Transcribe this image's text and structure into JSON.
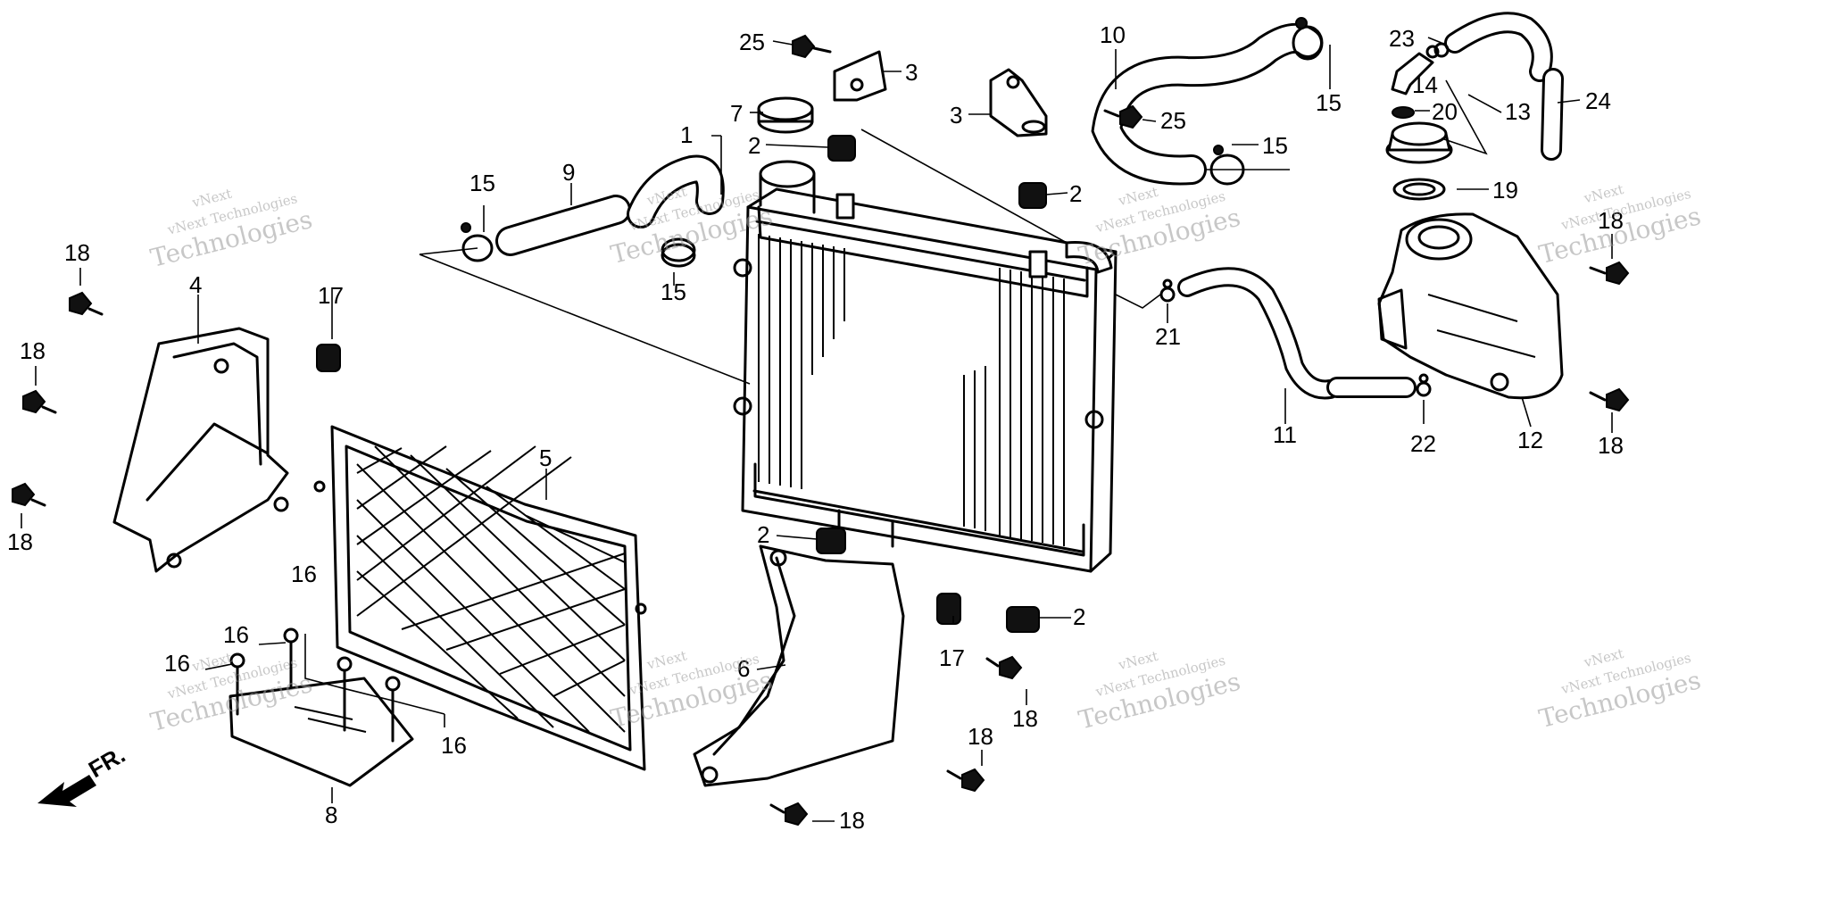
{
  "diagram": {
    "callouts": [
      {
        "id": "c1",
        "text": "1"
      },
      {
        "id": "c2a",
        "text": "2"
      },
      {
        "id": "c2b",
        "text": "2"
      },
      {
        "id": "c2c",
        "text": "2"
      },
      {
        "id": "c2d",
        "text": "2"
      },
      {
        "id": "c3a",
        "text": "3"
      },
      {
        "id": "c3b",
        "text": "3"
      },
      {
        "id": "c4",
        "text": "4"
      },
      {
        "id": "c5",
        "text": "5"
      },
      {
        "id": "c6",
        "text": "6"
      },
      {
        "id": "c7",
        "text": "7"
      },
      {
        "id": "c8",
        "text": "8"
      },
      {
        "id": "c9",
        "text": "9"
      },
      {
        "id": "c10",
        "text": "10"
      },
      {
        "id": "c11",
        "text": "11"
      },
      {
        "id": "c12",
        "text": "12"
      },
      {
        "id": "c13",
        "text": "13"
      },
      {
        "id": "c14",
        "text": "14"
      },
      {
        "id": "c15a",
        "text": "15"
      },
      {
        "id": "c15b",
        "text": "15"
      },
      {
        "id": "c15c",
        "text": "15"
      },
      {
        "id": "c15d",
        "text": "15"
      },
      {
        "id": "c16a",
        "text": "16"
      },
      {
        "id": "c16b",
        "text": "16"
      },
      {
        "id": "c16c",
        "text": "16"
      },
      {
        "id": "c16d",
        "text": "16"
      },
      {
        "id": "c17a",
        "text": "17"
      },
      {
        "id": "c17b",
        "text": "17"
      },
      {
        "id": "c18a",
        "text": "18"
      },
      {
        "id": "c18b",
        "text": "18"
      },
      {
        "id": "c18c",
        "text": "18"
      },
      {
        "id": "c18d",
        "text": "18"
      },
      {
        "id": "c18e",
        "text": "18"
      },
      {
        "id": "c18f",
        "text": "18"
      },
      {
        "id": "c18g",
        "text": "18"
      },
      {
        "id": "c18h",
        "text": "18"
      },
      {
        "id": "c19",
        "text": "19"
      },
      {
        "id": "c20",
        "text": "20"
      },
      {
        "id": "c21",
        "text": "21"
      },
      {
        "id": "c22",
        "text": "22"
      },
      {
        "id": "c23",
        "text": "23"
      },
      {
        "id": "c24",
        "text": "24"
      },
      {
        "id": "c25a",
        "text": "25"
      },
      {
        "id": "c25b",
        "text": "25"
      }
    ],
    "direction_label": "FR.",
    "watermark": {
      "line1": "vNext",
      "line2": "vNext Technologies",
      "line3": "Technologies"
    }
  }
}
